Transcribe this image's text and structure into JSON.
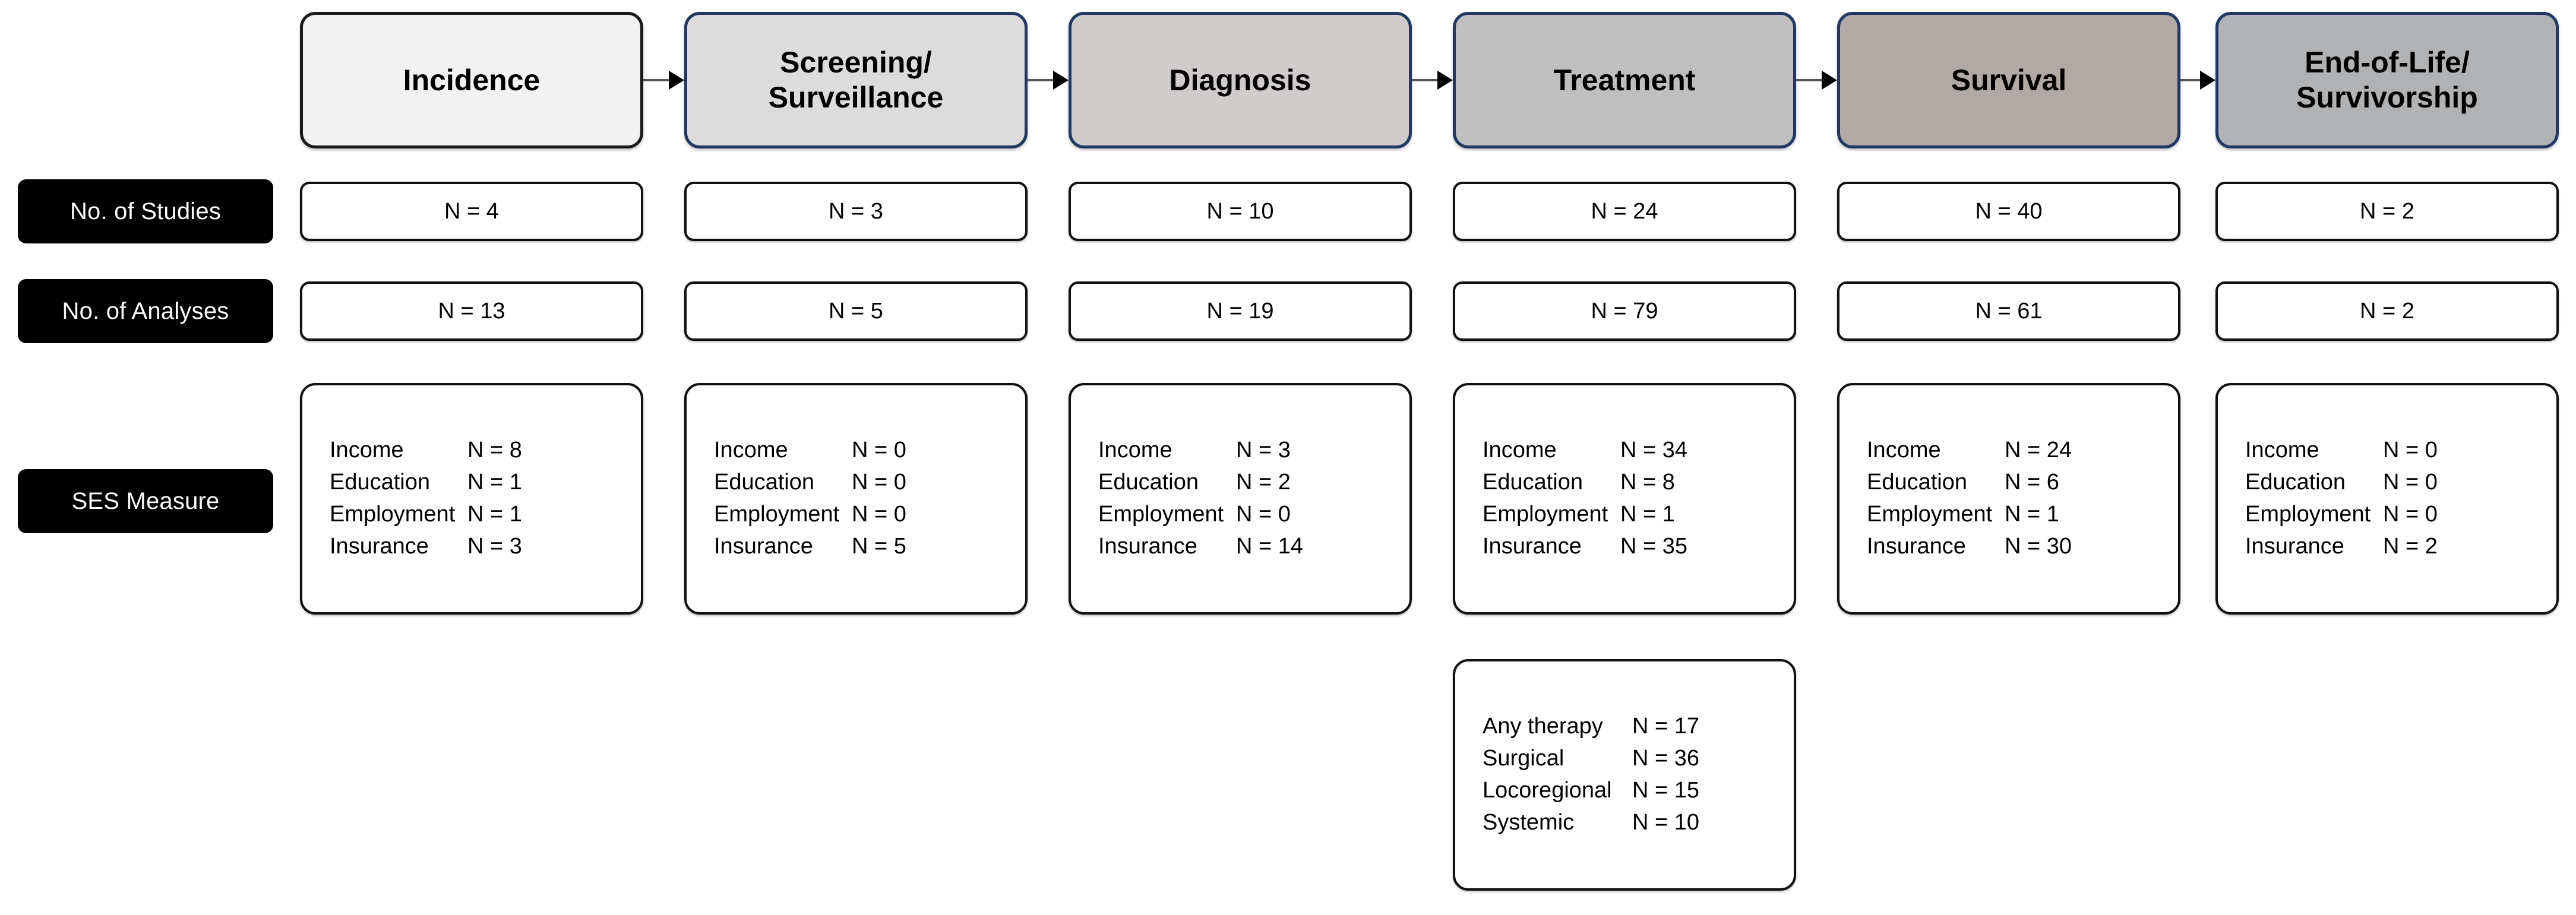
{
  "figure": {
    "type": "flow-diagram",
    "orientation": "horizontal-pipeline"
  },
  "row_labels": [
    {
      "key": "studies",
      "text": "No. of Studies"
    },
    {
      "key": "analyses",
      "text": "No. of Analyses"
    },
    {
      "key": "ses",
      "text": "SES Measure"
    }
  ],
  "stages": [
    {
      "id": "incidence",
      "label": "Incidence",
      "fill": "#f2f2f2",
      "border": "#1a1a1a"
    },
    {
      "id": "screening",
      "label": "Screening/\nSurveillance",
      "fill": "#dcdcdc",
      "border": "#1f3864"
    },
    {
      "id": "diagnosis",
      "label": "Diagnosis",
      "fill": "#cfcccb",
      "border": "#1f3864"
    },
    {
      "id": "treatment",
      "label": "Treatment",
      "fill": "#c0bfbf",
      "border": "#1f3864"
    },
    {
      "id": "survival",
      "label": "Survival",
      "fill": "#b1a9a5",
      "border": "#1f3864"
    },
    {
      "id": "endoflife",
      "label": "End-of-Life/\nSurvivorship",
      "fill": "#b0b2b4",
      "border": "#1f3864"
    }
  ],
  "chart_data": {
    "type": "table",
    "title": "Distribution of studies, analyses and SES measures across the cancer care continuum",
    "categories": [
      "Incidence",
      "Screening/Surveillance",
      "Diagnosis",
      "Treatment",
      "Survival",
      "End-of-Life/Survivorship"
    ],
    "series": [
      {
        "name": "No. of Studies",
        "values": [
          4,
          3,
          10,
          24,
          40,
          2
        ]
      },
      {
        "name": "No. of Analyses",
        "values": [
          13,
          5,
          19,
          79,
          61,
          2
        ]
      },
      {
        "name": "Income",
        "values": [
          8,
          0,
          3,
          34,
          24,
          0
        ]
      },
      {
        "name": "Education",
        "values": [
          1,
          0,
          2,
          8,
          6,
          0
        ]
      },
      {
        "name": "Employment",
        "values": [
          1,
          0,
          0,
          1,
          1,
          0
        ]
      },
      {
        "name": "Insurance",
        "values": [
          3,
          5,
          14,
          35,
          30,
          2
        ]
      }
    ],
    "treatment_subtypes": {
      "categories": [
        "Any therapy",
        "Surgical",
        "Locoregional",
        "Systemic"
      ],
      "values": [
        17,
        36,
        15,
        10
      ]
    }
  },
  "rows": {
    "studies": [
      {
        "text": "N = 4"
      },
      {
        "text": "N = 3"
      },
      {
        "text": "N = 10"
      },
      {
        "text": "N = 24"
      },
      {
        "text": "N = 40"
      },
      {
        "text": "N = 2"
      }
    ],
    "analyses": [
      {
        "text": "N = 13"
      },
      {
        "text": "N = 5"
      },
      {
        "text": "N = 19"
      },
      {
        "text": "N = 79"
      },
      {
        "text": "N = 61"
      },
      {
        "text": "N = 2"
      }
    ],
    "ses": [
      {
        "items": [
          {
            "label": "Income",
            "value": "N = 8"
          },
          {
            "label": "Education",
            "value": "N = 1"
          },
          {
            "label": "Employment",
            "value": "N = 1"
          },
          {
            "label": "Insurance",
            "value": "N = 3"
          }
        ]
      },
      {
        "items": [
          {
            "label": "Income",
            "value": "N = 0"
          },
          {
            "label": "Education",
            "value": "N = 0"
          },
          {
            "label": "Employment",
            "value": "N = 0"
          },
          {
            "label": "Insurance",
            "value": "N = 5"
          }
        ]
      },
      {
        "items": [
          {
            "label": "Income",
            "value": "N = 3"
          },
          {
            "label": "Education",
            "value": "N = 2"
          },
          {
            "label": "Employment",
            "value": "N = 0"
          },
          {
            "label": "Insurance",
            "value": "N = 14"
          }
        ]
      },
      {
        "items": [
          {
            "label": "Income",
            "value": "N = 34"
          },
          {
            "label": "Education",
            "value": "N = 8"
          },
          {
            "label": "Employment",
            "value": "N = 1"
          },
          {
            "label": "Insurance",
            "value": "N = 35"
          }
        ]
      },
      {
        "items": [
          {
            "label": "Income",
            "value": "N = 24"
          },
          {
            "label": "Education",
            "value": "N = 6"
          },
          {
            "label": "Employment",
            "value": "N = 1"
          },
          {
            "label": "Insurance",
            "value": "N = 30"
          }
        ]
      },
      {
        "items": [
          {
            "label": "Income",
            "value": "N = 0"
          },
          {
            "label": "Education",
            "value": "N = 0"
          },
          {
            "label": "Employment",
            "value": "N = 0"
          },
          {
            "label": "Insurance",
            "value": "N = 2"
          }
        ]
      }
    ]
  },
  "treatment_detail": {
    "column": "treatment",
    "items": [
      {
        "label": "Any therapy",
        "value": "N = 17"
      },
      {
        "label": "Surgical",
        "value": "N = 36"
      },
      {
        "label": "Locoregional",
        "value": "N = 15"
      },
      {
        "label": "Systemic",
        "value": "N = 10"
      }
    ]
  },
  "layout": {
    "columns_x": [
      505,
      1152,
      1799,
      2446,
      3093,
      3730
    ],
    "columns_width": [
      578,
      578,
      578,
      578,
      578,
      578
    ],
    "arrow_color": "#555555",
    "arrow_head_color": "#000000"
  }
}
